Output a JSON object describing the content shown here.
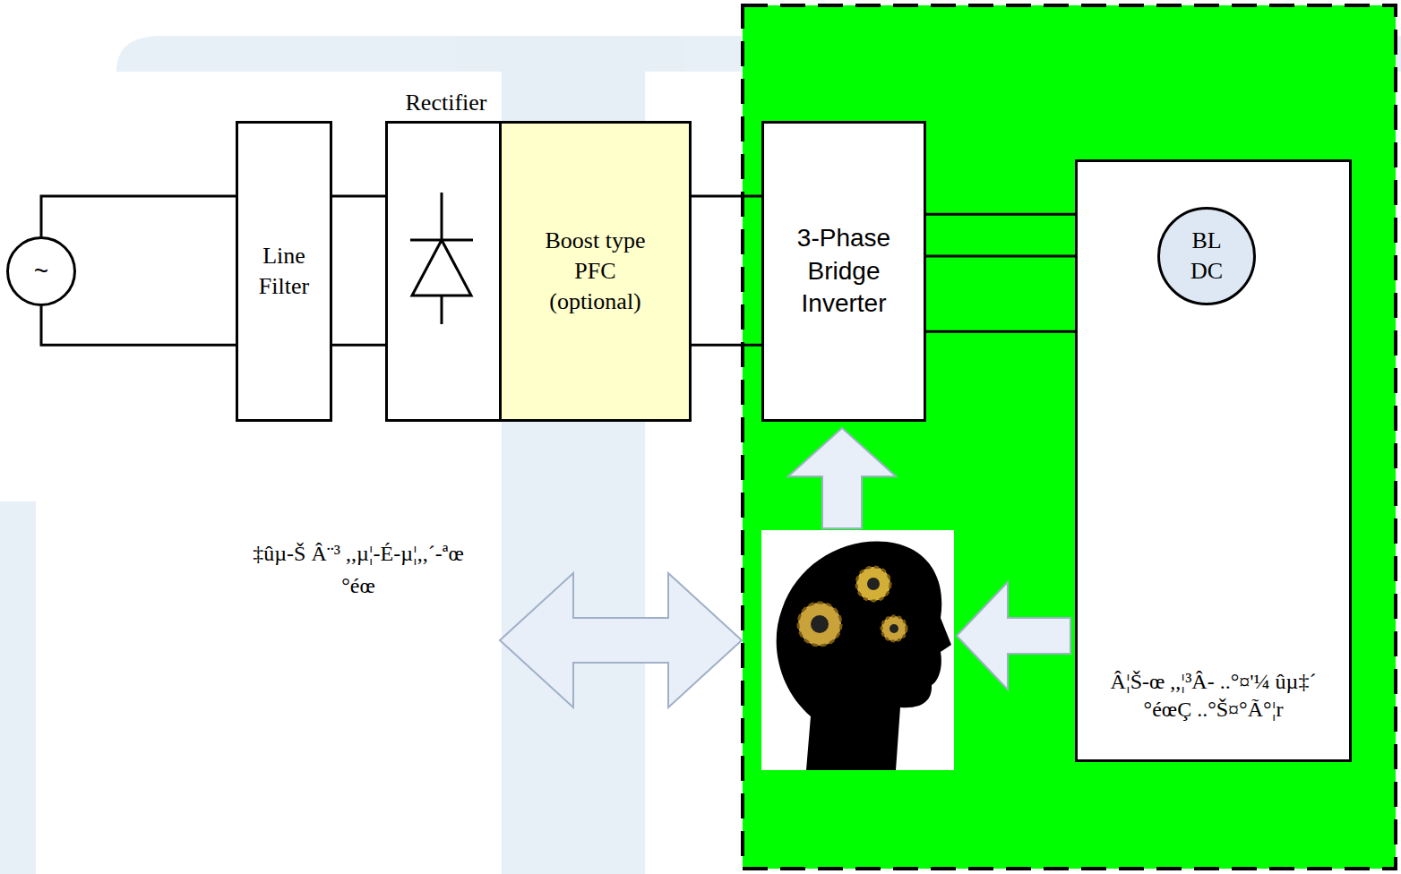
{
  "diagram": {
    "nodes": [
      {
        "text": [
          "~"
        ]
      },
      {
        "text": [
          "Line Filter"
        ]
      },
      {
        "text": [
          "Rectifier"
        ]
      },
      {
        "text": [
          "Boost type PFC (optional)"
        ],
        "in": 2
      },
      {
        "text": [
          "3-Phase Bridge Inverter"
        ]
      },
      {
        "text": [
          "Â¦Š-œ ,,¦³Â- ..°¤'¼ ûµ‡´ °éœÇ ..°Š¤°Ã°¦r"
        ]
      },
      {
        "text": [
          "BL DC"
        ],
        "in": 5
      }
    ],
    "edges": [
      {
        "from": 0,
        "to": 1,
        "arrow": "none"
      },
      {
        "from": 1,
        "to": 2,
        "arrow": "none"
      },
      {
        "from": 3,
        "to": 4,
        "arrow": "none"
      },
      {
        "from": 4,
        "to": 6,
        "arrow": "none"
      }
    ],
    "labels": [
      "‡ûµ-Š Â¨³ ,,µ¦-É-µ¦,,´-ªœ °éœ"
    ]
  }
}
